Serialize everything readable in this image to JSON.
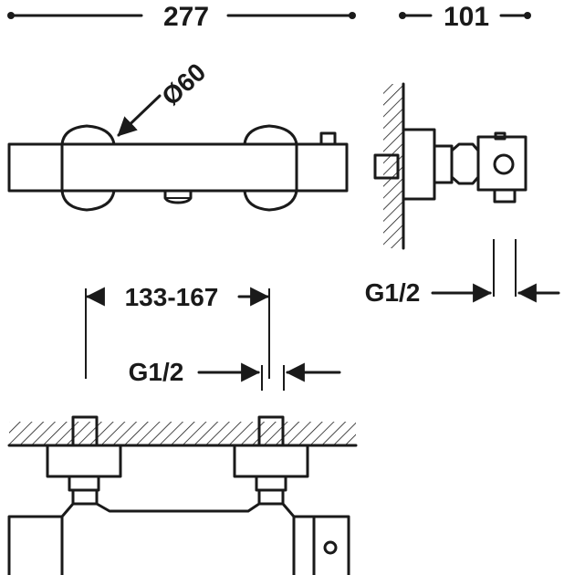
{
  "labels": {
    "width_total": "277",
    "depth": "101",
    "diameter": "Ø60",
    "inlet_spacing": "133-167",
    "thread_front": "G1/2",
    "thread_side": "G1/2"
  }
}
